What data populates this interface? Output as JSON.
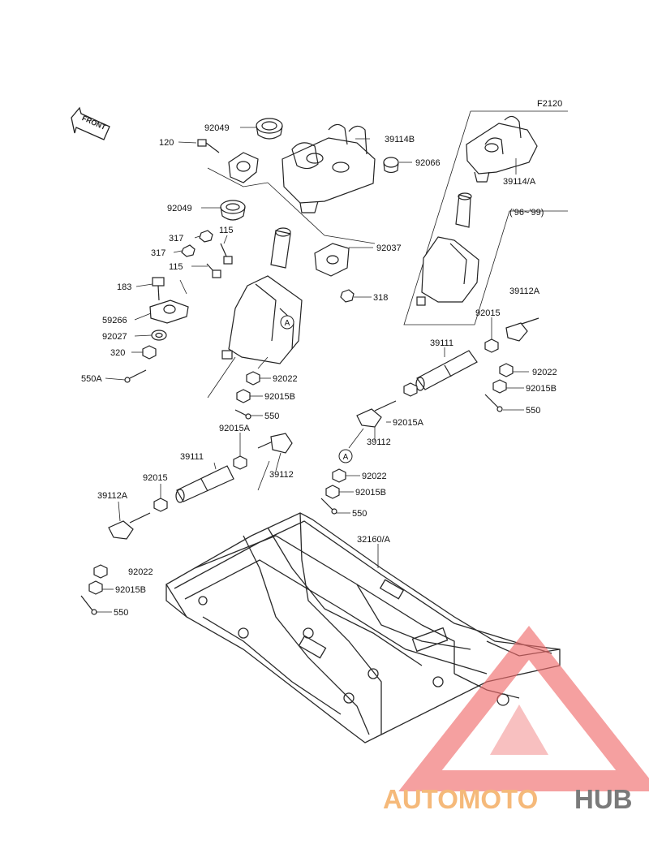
{
  "figure_code": "F2120",
  "front_label": "FRONT",
  "year_note": "('96~'99)",
  "callout_letter": "A",
  "parts": {
    "p92049_top": "92049",
    "p120": "120",
    "p39114B": "39114B",
    "p92066": "92066",
    "p39114A": "39114/A",
    "p92049_low": "92049",
    "p317a": "317",
    "p317b": "317",
    "p115a": "115",
    "p115b": "115",
    "p92037": "92037",
    "p183": "183",
    "p318": "318",
    "p39112A_r": "39112A",
    "p59266": "59266",
    "p92027": "92027",
    "p92015_r": "92015",
    "p320": "320",
    "p39111_r": "39111",
    "p92022_r": "92022",
    "p550A": "550A",
    "p92022_c": "92022",
    "p92015B_r": "92015B",
    "p92015B_c": "92015B",
    "p550_r": "550",
    "p550_c": "550",
    "p92015A_c": "92015A",
    "p92015A_r": "92015A",
    "p39112_r": "39112",
    "p39111_l": "39111",
    "p39112_c": "39112",
    "p92015_l": "92015",
    "p92022_m": "92022",
    "p92015B_m": "92015B",
    "p39112A_l": "39112A",
    "p550_m": "550",
    "p32160A": "32160/A",
    "p92022_l": "92022",
    "p92015B_l": "92015B",
    "p550_l": "550"
  },
  "watermark": {
    "part1": "AUTOMOTO",
    "part2": "HUB",
    "color1": "#f5b97a",
    "color2": "#7a7a7a",
    "logo_color": "#ef6b6b"
  }
}
